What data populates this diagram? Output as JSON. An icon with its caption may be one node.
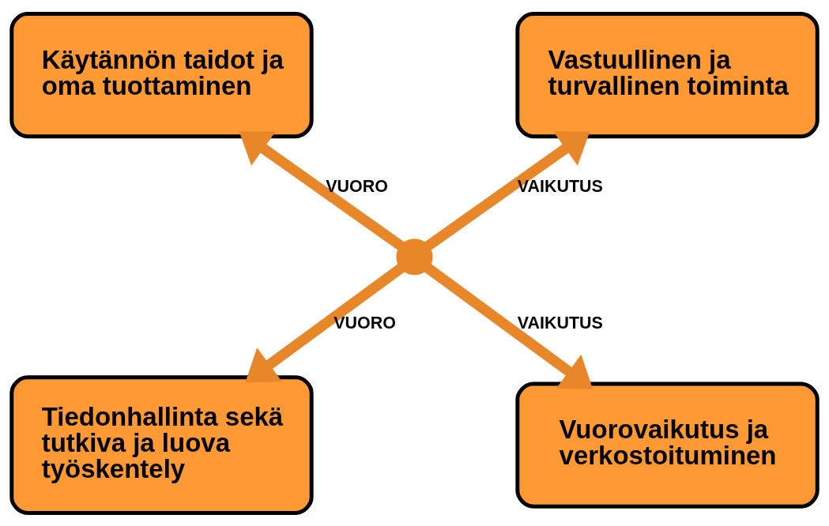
{
  "diagram": {
    "nodes": [
      {
        "text": [
          "Käytännön taidot ja oma tuottaminen"
        ]
      },
      {
        "text": [
          "Vastuullinen ja turvallinen toiminta"
        ]
      },
      {
        "text": [
          "Tiedonhallinta sekä tutkiva ja luova työskentely"
        ]
      },
      {
        "text": [
          "Vuorovaikutus ja verkostoituminen"
        ]
      },
      {
        "text": [],
        "shape": "circle"
      }
    ],
    "edges": [
      {
        "from": 4,
        "to": 0,
        "arrow": "to",
        "label": "VUORO"
      },
      {
        "from": 4,
        "to": 1,
        "arrow": "to",
        "label": "VAIKUTUS"
      },
      {
        "from": 4,
        "to": 2,
        "arrow": "to",
        "label": "VUORO"
      },
      {
        "from": 4,
        "to": 3,
        "arrow": "to",
        "label": "VAIKUTUS"
      }
    ]
  }
}
